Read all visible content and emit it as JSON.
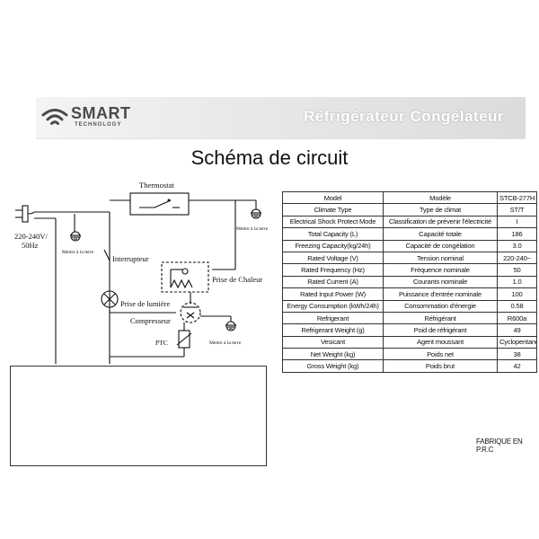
{
  "header": {
    "brand": "SMART",
    "brand_tagline": "TECHNOLOGY",
    "product_line": "Réfrigérateur Congélateur"
  },
  "title": "Schéma de circuit",
  "schematic": {
    "thermostat": "Thermostat",
    "supply": [
      "220-240V/",
      "50Hz"
    ],
    "earth": "Mettre à la terre",
    "switch": "Interrupteur",
    "heater": "Prise de Chaleur",
    "lamp": "Prise de lumière",
    "compressor": "Compresseur",
    "ptc": "PTC"
  },
  "spec_table": {
    "headers": [
      "Model",
      "Modèle",
      "STCB-277H"
    ],
    "rows": [
      [
        "Climate Type",
        "Type de climat",
        "ST/T"
      ],
      [
        "Electrical Shock Protect Mode",
        "Classification de prévenir l'électricité",
        "I"
      ],
      [
        "Total Capacity (L)",
        "Capacité totale",
        "186"
      ],
      [
        "Freezing Capacity(kg/24h)",
        "Capacité de congélation",
        "3.0"
      ],
      [
        "Rated Voltage (V)",
        "Tension nominal",
        "220-240~"
      ],
      [
        "Rated Frequency (Hz)",
        "Fréquence nominale",
        "50"
      ],
      [
        "Rated Current (A)",
        "Courants nominale",
        "1.0"
      ],
      [
        "Rated Input Power (W)",
        "Puissance d'entrée nominale",
        "100"
      ],
      [
        "Energy Consumption (kWh/24h)",
        "Consommation d'énergie",
        "0.58"
      ],
      [
        "Refrigerant",
        "Réfrigérant",
        "R600a"
      ],
      [
        "Refrigerant Weight (g)",
        "Poid de réfrigérant",
        "49"
      ],
      [
        "Vesicant",
        "Agent moussant",
        "Cyclopentane"
      ],
      [
        "Net Weight (kg)",
        "Poids net",
        "38"
      ],
      [
        "Gross Weight (kg)",
        "Poids brut",
        "42"
      ]
    ]
  },
  "footer": "FABRIQUE EN P.R.C",
  "colors": {
    "text": "#111111",
    "brand_gray": "#4a4a4a",
    "banner": "#e4e4e4"
  }
}
